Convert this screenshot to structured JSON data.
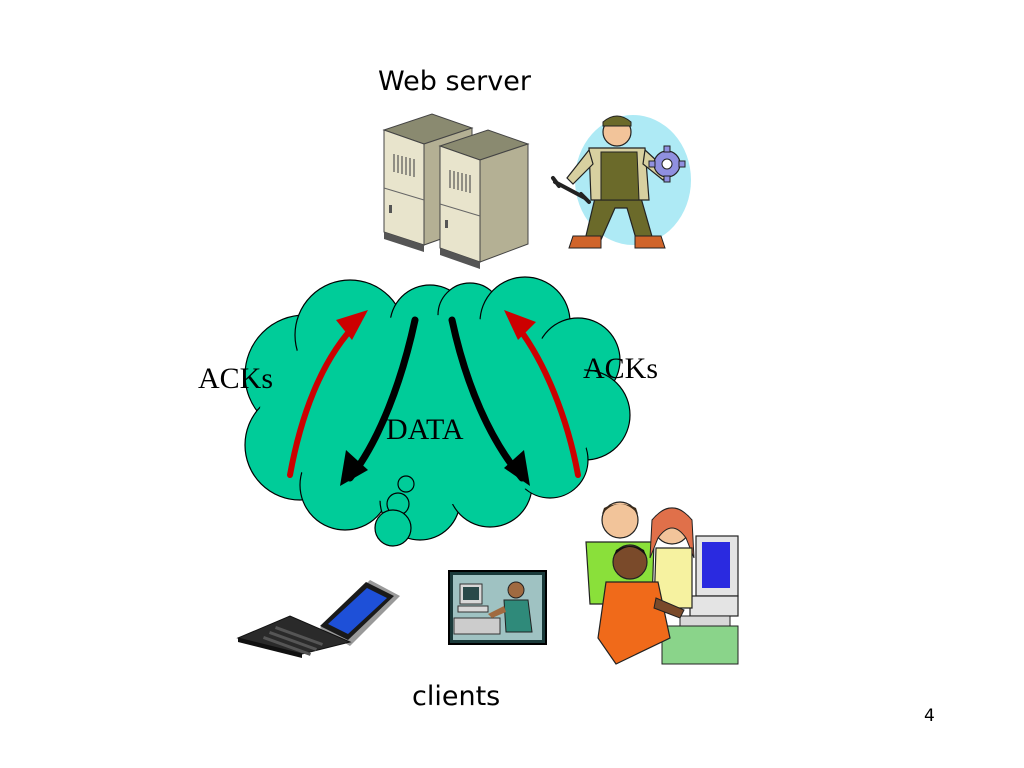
{
  "labels": {
    "web_server": "Web server",
    "acks_left": "ACKs",
    "acks_right": "ACKs",
    "data": "DATA",
    "clients": "clients"
  },
  "page_number": "4",
  "colors": {
    "cloud": "#00cc99",
    "ack_arrow": "#cc0000",
    "data_arrow": "#000000",
    "background": "#ffffff"
  },
  "icons": {
    "server": "server-rack-icon",
    "technician": "technician-with-gear-icon",
    "laptop": "laptop-icon",
    "desktop_user": "desktop-user-icon",
    "students": "students-at-computer-icon"
  }
}
